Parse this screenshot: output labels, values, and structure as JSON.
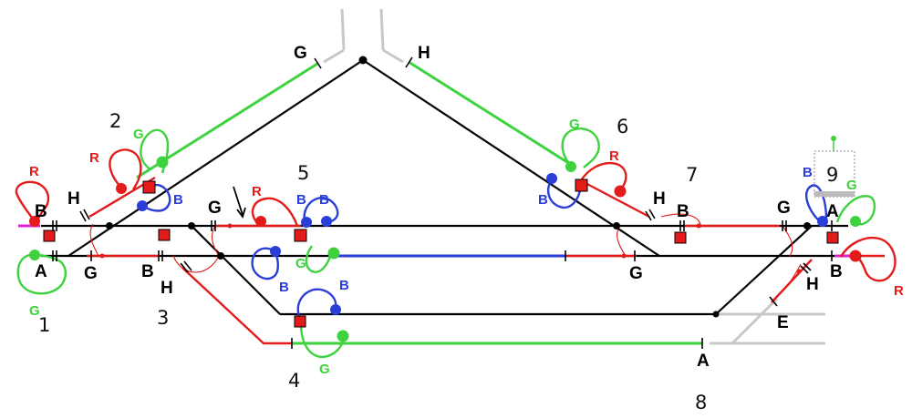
{
  "colors": {
    "track": "#000000",
    "grey": "#c8c8c8",
    "red": "#e31b1b",
    "green": "#3fd23f",
    "blue": "#2a3ed8",
    "magenta": "#e020d0"
  },
  "numbers": [
    "1",
    "2",
    "3",
    "4",
    "5",
    "6",
    "7",
    "8",
    "9"
  ],
  "labels": {
    "g_top": "G",
    "h_top": "H",
    "b_1": "B",
    "h_1": "H",
    "a_1": "A",
    "g_1": "G",
    "b_3": "B",
    "h_3": "H",
    "g_5": "G",
    "b_7": "B",
    "h_7": "H",
    "g_7": "G",
    "g_9": "G",
    "a_9": "A",
    "b_9": "B",
    "h_9": "H",
    "e_9": "E",
    "a_8": "A",
    "r_1": "R",
    "g_1s": "G",
    "r_2": "R",
    "g_2": "G",
    "b_2": "B",
    "r_5": "R",
    "b_5a": "B",
    "b_5b": "B",
    "g_5s": "G",
    "b_5c": "B",
    "g_4": "G",
    "g_6": "G",
    "r_6": "R",
    "b_6": "B",
    "b_9s": "B",
    "g_9s": "G",
    "r_9": "R"
  }
}
